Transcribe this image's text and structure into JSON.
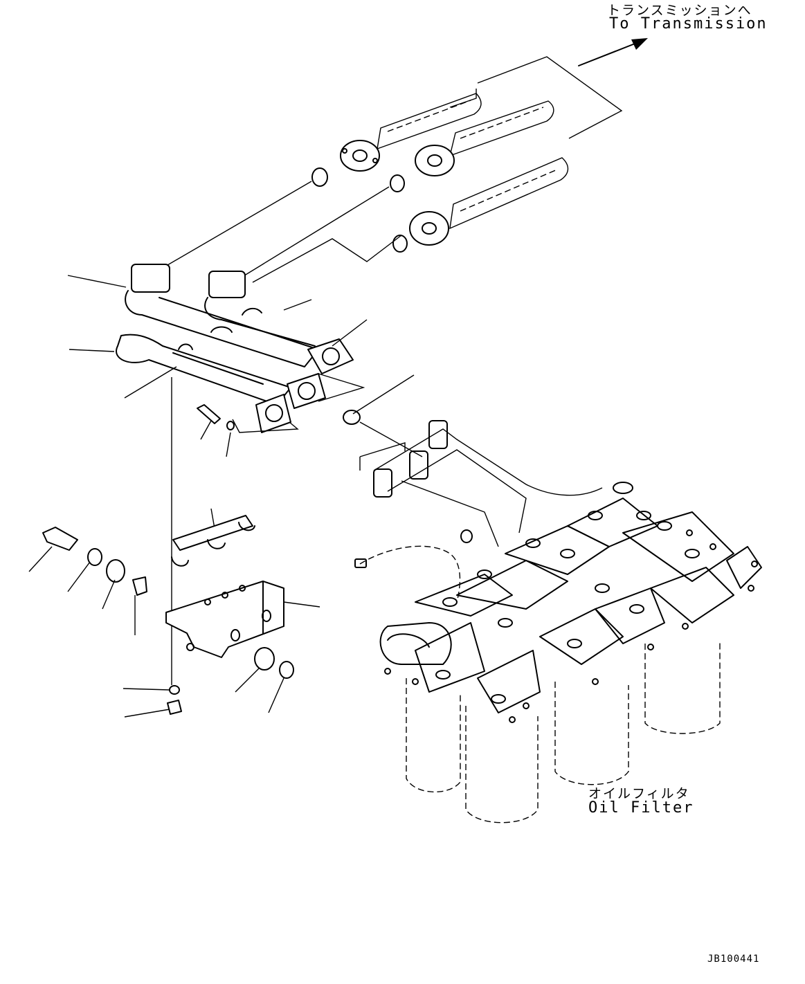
{
  "labels": {
    "transmission_jp": "トランスミッションへ",
    "transmission_en": "To Transmission",
    "oil_filter_jp": "オイルフィルタ",
    "oil_filter_en": "Oil Filter",
    "drawing_code": "JB100441"
  }
}
